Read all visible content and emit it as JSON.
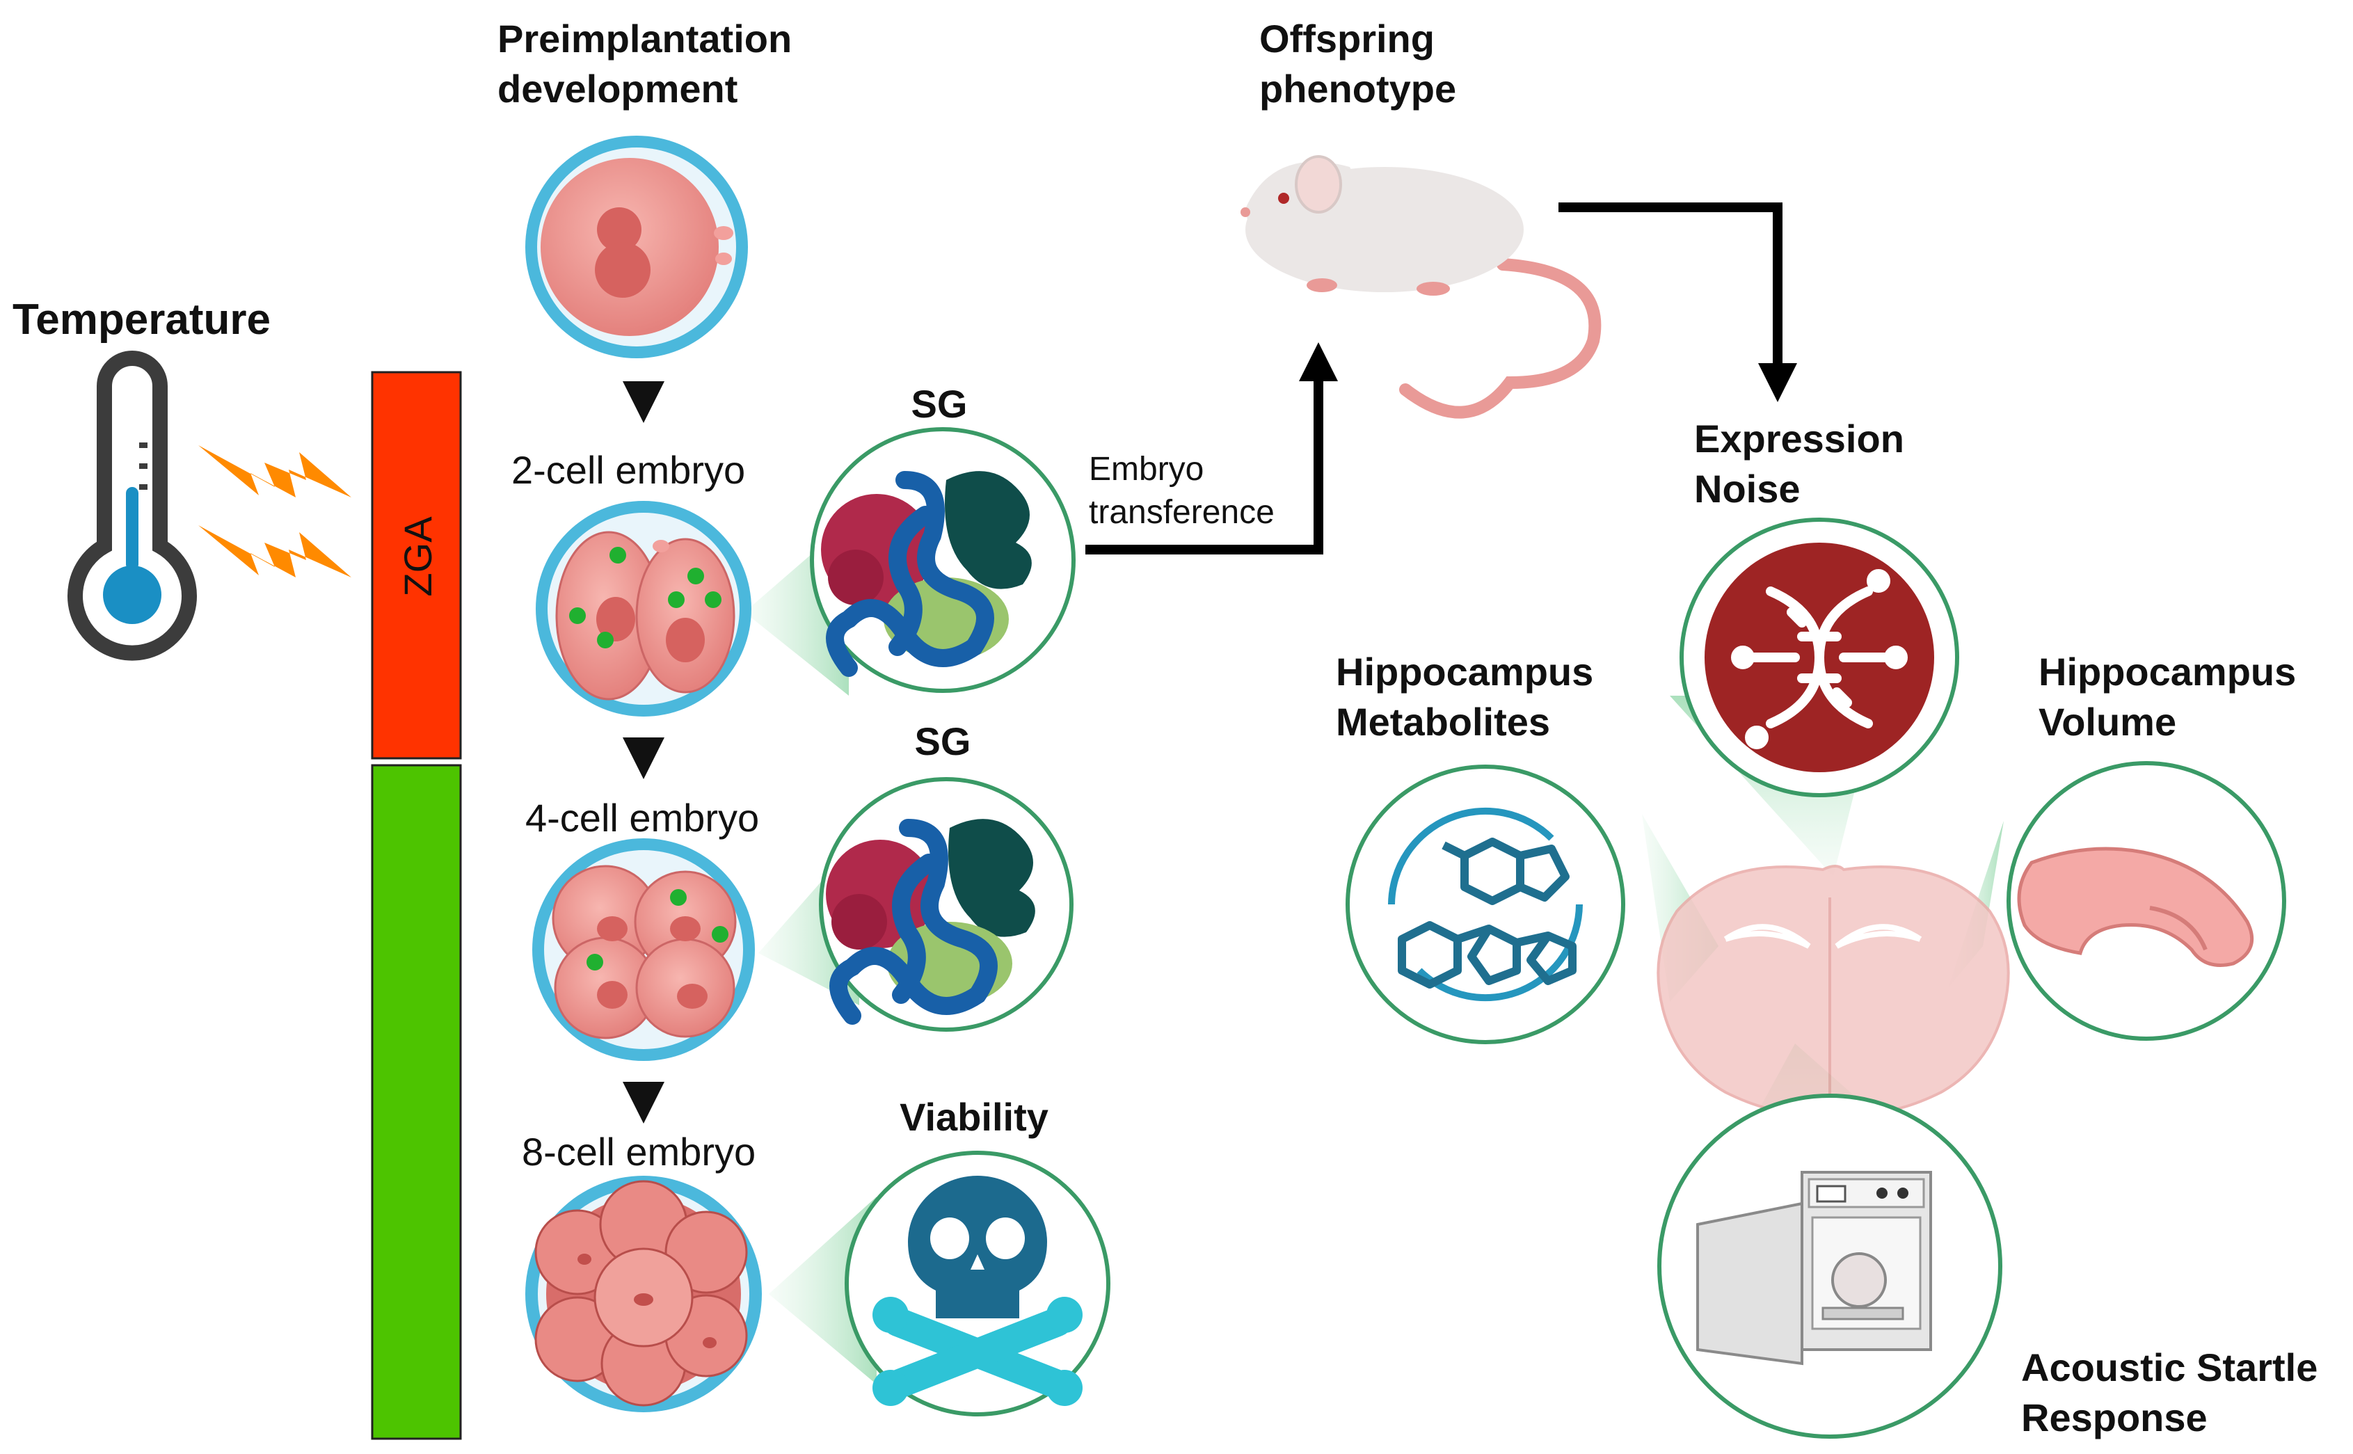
{
  "labels": {
    "temperature": "Temperature",
    "zga": "ZGA",
    "preimplantation": [
      "Preimplantation",
      "development"
    ],
    "two_cell": "2-cell embryo",
    "four_cell": "4-cell embryo",
    "eight_cell": "8-cell embryo",
    "sg_1": "SG",
    "sg_2": "SG",
    "viability": "Viability",
    "embryo_transference": [
      "Embryo",
      "transference"
    ],
    "offspring": [
      "Offspring",
      "phenotype"
    ],
    "expression_noise": [
      "Expression",
      "Noise"
    ],
    "hippocampus_metabolites": [
      "Hippocampus",
      "Metabolites"
    ],
    "hippocampus_volume": [
      "Hippocampus",
      "Volume"
    ],
    "acoustic_startle": [
      "Acoustic Startle",
      "Response"
    ]
  },
  "colors": {
    "zga_bar": "#ff3300",
    "post_zga_bar": "#4dc400",
    "zona": "#4bb8dc",
    "embryo": "#f2a09c",
    "green_ring": "#3a9a66",
    "dna_circle": "#9e2424",
    "molecule": "#1f6f8f",
    "skull": "#1c6a8e",
    "bones": "#2ec3d6",
    "lightning": "#ff8a00"
  },
  "icons": [
    "thermometer-icon",
    "lightning-icon",
    "mouse-icon",
    "dna-icon",
    "molecule-icon",
    "hippocampus-icon",
    "startle-chamber-icon",
    "skull-crossbones-icon",
    "brain-section-icon"
  ]
}
